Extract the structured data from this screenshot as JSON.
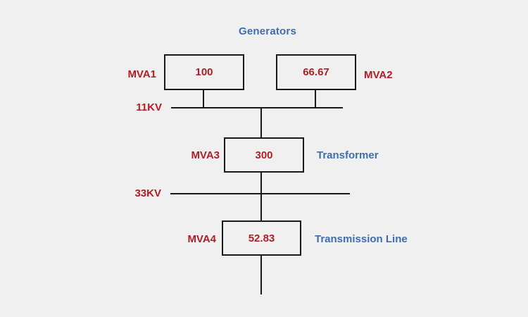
{
  "colors": {
    "background": "#f0f0f1",
    "line": "#1a1a1a",
    "label_red": "#b01e24",
    "label_blue": "#3d6eb2"
  },
  "title": "Generators",
  "generators": [
    {
      "label": "MVA1",
      "value": "100"
    },
    {
      "label": "MVA2",
      "value": "66.67"
    }
  ],
  "buses": [
    {
      "label": "11KV"
    },
    {
      "label": "33KV"
    }
  ],
  "transformer": {
    "label": "MVA3",
    "value": "300",
    "caption": "Transformer"
  },
  "transmission_line": {
    "label": "MVA4",
    "value": "52.83",
    "caption": "Transmission Line"
  }
}
